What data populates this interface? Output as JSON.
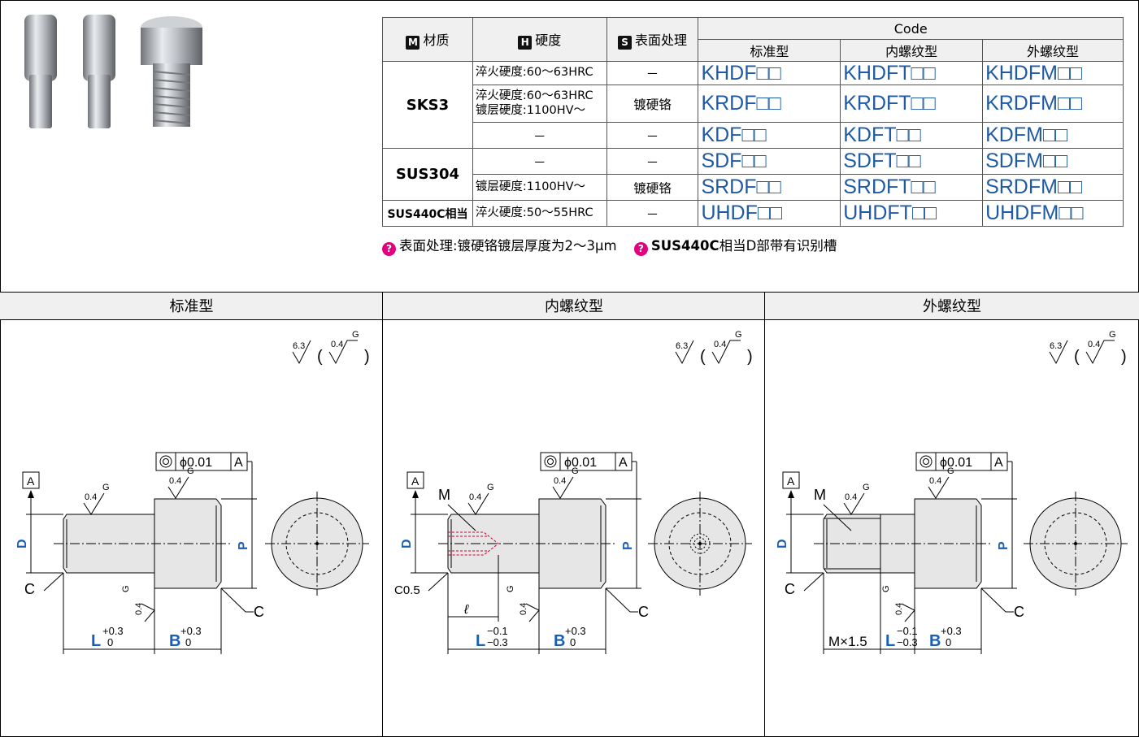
{
  "table": {
    "headers": {
      "material": "材质",
      "material_badge": "M",
      "hardness": "硬度",
      "hardness_badge": "H",
      "surface": "表面处理",
      "surface_badge": "S",
      "code": "Code",
      "type_standard": "标准型",
      "type_internal": "内螺纹型",
      "type_external": "外螺纹型"
    },
    "rows": [
      {
        "material": "SKS3",
        "hardness": "淬火硬度:60～63HRC",
        "surface": "－",
        "codes": [
          "KHDF□□",
          "KHDFT□□",
          "KHDFM□□"
        ]
      },
      {
        "hardness_line1": "淬火硬度:60～63HRC",
        "hardness_line2": "镀层硬度:1100HV～",
        "surface": "镀硬铬",
        "codes": [
          "KRDF□□",
          "KRDFT□□",
          "KRDFM□□"
        ]
      },
      {
        "hardness": "－",
        "surface": "－",
        "codes": [
          "KDF□□",
          "KDFT□□",
          "KDFM□□"
        ]
      },
      {
        "material": "SUS304",
        "hardness": "－",
        "surface": "－",
        "codes": [
          "SDF□□",
          "SDFT□□",
          "SDFM□□"
        ]
      },
      {
        "hardness": "镀层硬度:1100HV～",
        "surface": "镀硬铬",
        "codes": [
          "SRDF□□",
          "SRDFT□□",
          "SRDFM□□"
        ]
      },
      {
        "material": "SUS440C相当",
        "hardness": "淬火硬度:50～55HRC",
        "surface": "－",
        "codes": [
          "UHDF□□",
          "UHDFT□□",
          "UHDFM□□"
        ]
      }
    ]
  },
  "notes": [
    {
      "icon": "?",
      "text": "表面处理:镀硬铬镀层厚度为2～3μm"
    },
    {
      "icon": "?",
      "bold": "SUS440C",
      "text": "相当D部带有识别槽"
    }
  ],
  "panels": [
    {
      "title": "标准型"
    },
    {
      "title": "内螺纹型"
    },
    {
      "title": "外螺纹型"
    }
  ],
  "drawing": {
    "rough_main": "6.3",
    "rough_fine": "0.4",
    "grade": "G",
    "datum": "A",
    "concentricity": "ϕ0.01",
    "dim_D": "D",
    "dim_P": "P",
    "dim_C": "C",
    "dim_C05": "C0.5",
    "dim_M": "M",
    "dim_l": "ℓ",
    "dim_L": "L",
    "dim_B": "B",
    "tol_plus": "+0.3",
    "tol_zero": "0",
    "tol_m01": "−0.1",
    "tol_m03": "−0.3",
    "thread": "M×1.5",
    "paren_open": "(",
    "paren_close": ")"
  },
  "colors": {
    "code_blue": "#1f5aa6",
    "dim_blue": "#1a5fb4",
    "note_magenta": "#e3007f",
    "header_gray": "#f0f0f0",
    "pin_fill": "#e6e6e6"
  }
}
